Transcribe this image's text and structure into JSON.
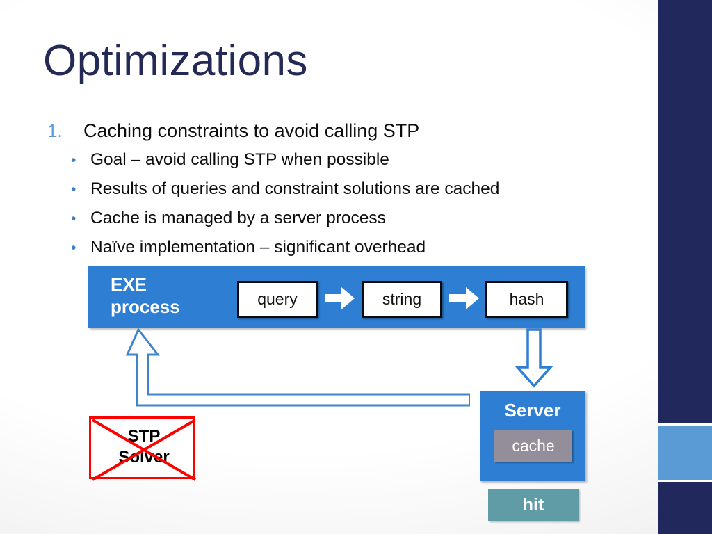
{
  "slide": {
    "title": "Optimizations",
    "theme": {
      "title_color": "#242a55",
      "accent_blue": "#2e7fd4",
      "sidebar_color": "#21295c",
      "sidebar_accent_color": "#5b9bd5",
      "number_color": "#5b9bd5",
      "bullet_color": "#3f7fc1",
      "cache_color": "#938e99",
      "hit_color": "#5f9ca5",
      "cross_color": "#ff0000"
    }
  },
  "body": {
    "items": [
      {
        "number": "1.",
        "text": "Caching constraints to avoid calling STP",
        "level": 1
      },
      {
        "bullet": "•",
        "text": "Goal – avoid calling STP when possible",
        "level": 2
      },
      {
        "bullet": "•",
        "text": "Results of queries and constraint solutions are cached",
        "level": 2
      },
      {
        "bullet": "•",
        "text": "Cache is managed by a server process",
        "level": 2
      },
      {
        "bullet": "•",
        "text": "Naïve implementation – significant overhead",
        "level": 2
      }
    ]
  },
  "diagram": {
    "exe_process_label": "EXE\nprocess",
    "exe_process_line1": "EXE",
    "exe_process_line2": "process",
    "pipeline": [
      {
        "label": "query"
      },
      {
        "label": "string"
      },
      {
        "label": "hash"
      }
    ],
    "arrows": [
      {
        "name": "query-to-string",
        "direction": "right",
        "style": "solid-white"
      },
      {
        "name": "string-to-hash",
        "direction": "right",
        "style": "solid-white"
      },
      {
        "name": "exe-to-server",
        "direction": "down",
        "style": "hollow-blue"
      },
      {
        "name": "server-to-exe-return",
        "direction": "up-left-elbow",
        "style": "hollow-blue"
      }
    ],
    "stp_solver": {
      "line1": "STP",
      "line2": "Solver",
      "crossed_out": true
    },
    "server": {
      "label": "Server",
      "cache_label": "cache"
    },
    "hit_label": "hit"
  }
}
